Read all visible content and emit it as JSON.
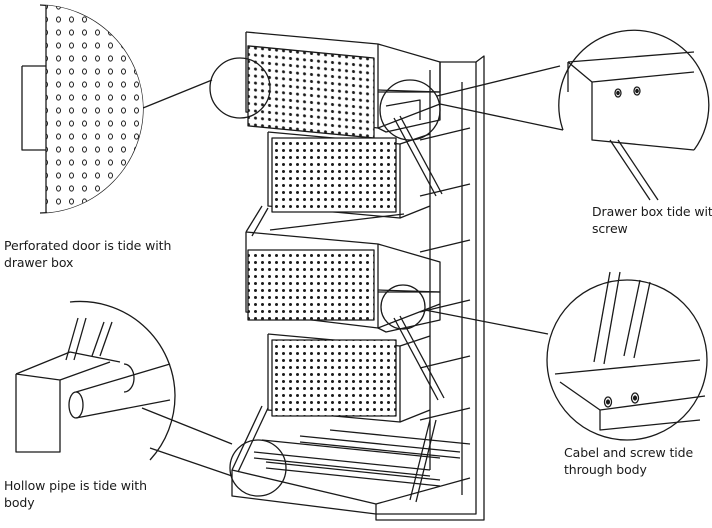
{
  "callouts": [
    {
      "id": "door",
      "lines": [
        "Perforated door is tide with",
        "drawer box"
      ]
    },
    {
      "id": "drawer",
      "lines": [
        "Drawer box tide with",
        "screw"
      ]
    },
    {
      "id": "cable",
      "lines": [
        "Cabel and screw tide",
        "through body"
      ]
    },
    {
      "id": "pipe",
      "lines": [
        "Hollow pipe is tide with",
        "body"
      ]
    }
  ]
}
